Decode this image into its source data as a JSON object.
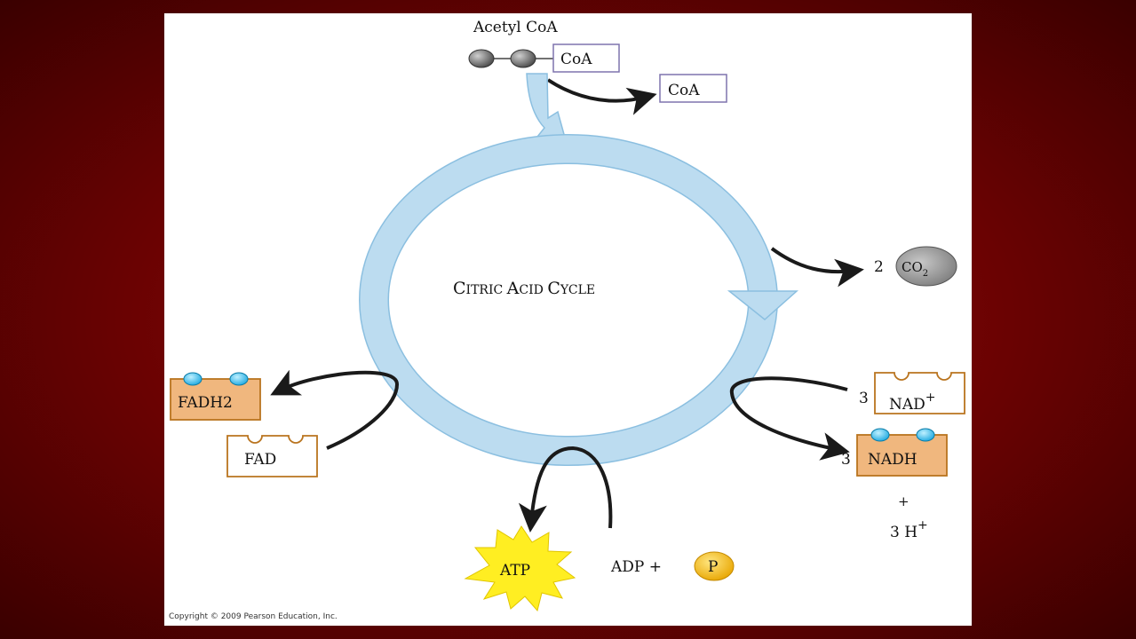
{
  "diagram": {
    "acetyl_coa_label": "Acetyl CoA",
    "coa_attached_label": "CoA",
    "coa_released_label": "CoA",
    "cycle_title": {
      "c1": "C",
      "r1": "ITRIC ",
      "c2": "A",
      "r2": "CID ",
      "c3": "C",
      "r3": "YCLE"
    },
    "co2": {
      "count": "2",
      "label": "CO",
      "subscript": "2"
    },
    "nad": {
      "count": "3",
      "label": "NAD",
      "superscript": "+"
    },
    "nadh": {
      "count": "3",
      "label": "NADH"
    },
    "plus_sign": "+",
    "protons": {
      "label": "3 H",
      "superscript": "+"
    },
    "fadh2_label": "FADH2",
    "fad_label": "FAD",
    "atp_label": "ATP",
    "adp_label": "ADP +",
    "phosphate_label": "P",
    "copyright": "Copyright © 2009 Pearson Education, Inc."
  },
  "colors": {
    "cycle_fill": "#bcdcf0",
    "cycle_stroke": "#8bbfe0",
    "carrier_fill": "#f0b77e",
    "carrier_stroke": "#b9741f",
    "electron_fill": "#4ec3f2",
    "atp_fill": "#ffee22",
    "phosphate_fill": "#f5bb1a",
    "co2_fill": "#9a9a9a",
    "coa_box_stroke": "#7f74ad"
  }
}
